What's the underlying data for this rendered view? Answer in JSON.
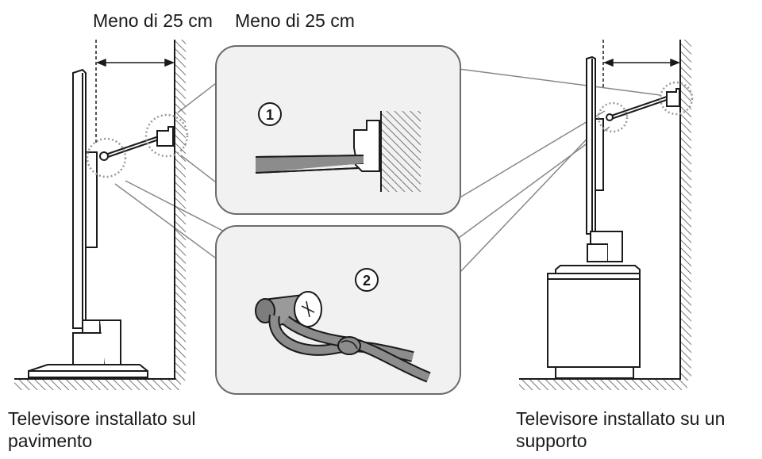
{
  "dimensions": {
    "left_label": "Meno di 25 cm",
    "right_label": "Meno di 25 cm"
  },
  "callouts": {
    "detail_1": "①",
    "detail_2": "②"
  },
  "captions": {
    "floor": {
      "line1": "Televisore installato sul",
      "line2": "pavimento"
    },
    "stand": {
      "line1": "Televisore installato su un",
      "line2": "supporto"
    }
  },
  "colors": {
    "line": "#1a1a1a",
    "panel": "#f1f1f1",
    "panel_border": "#6b6b6b",
    "hatch": "#555555"
  }
}
